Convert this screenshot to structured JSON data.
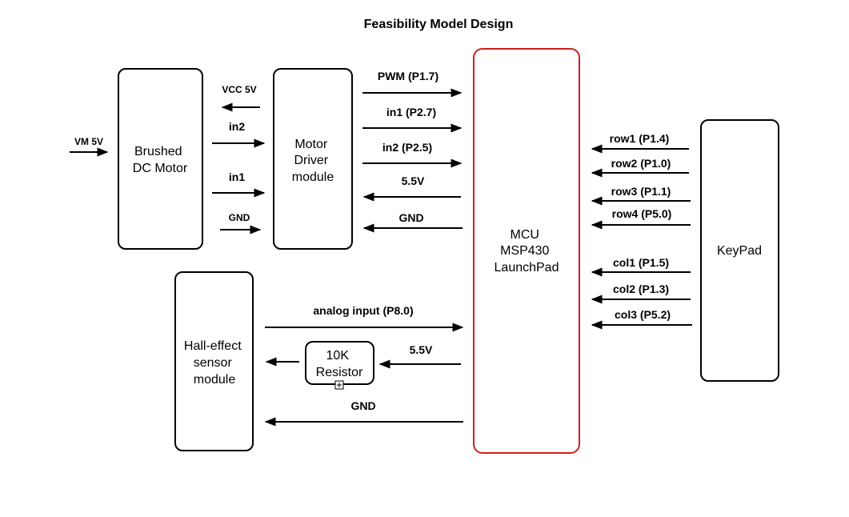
{
  "title": "Feasibility Model Design",
  "blocks": {
    "motor": [
      "Brushed",
      "DC Motor"
    ],
    "driver": [
      "Motor",
      "Driver",
      "module"
    ],
    "mcu": [
      "MCU",
      "MSP430",
      "LaunchPad"
    ],
    "keypad": [
      "KeyPad"
    ],
    "hall": [
      "Hall-effect",
      "sensor",
      "module"
    ],
    "resistor": [
      "10K",
      "Resistor"
    ]
  },
  "motor_links": {
    "vm": "VM 5V",
    "vcc": "VCC 5V",
    "in2": "in2",
    "in1": "in1",
    "gnd": "GND"
  },
  "driver_links": [
    "PWM (P1.7)",
    "in1 (P2.7)",
    "in2 (P2.5)",
    "5.5V",
    "GND"
  ],
  "hall_links": {
    "analog": "analog input (P8.0)",
    "v55": "5.5V",
    "gnd": "GND"
  },
  "keypad_links": [
    "row1 (P1.4)",
    "row2 (P1.0)",
    "row3 (P1.1)",
    "row4 (P5.0)",
    "col1 (P1.5)",
    "col2 (P1.3)",
    "col3 (P5.2)"
  ],
  "colors": {
    "mcu_border": "#cc1f1f",
    "stroke": "#000000"
  }
}
